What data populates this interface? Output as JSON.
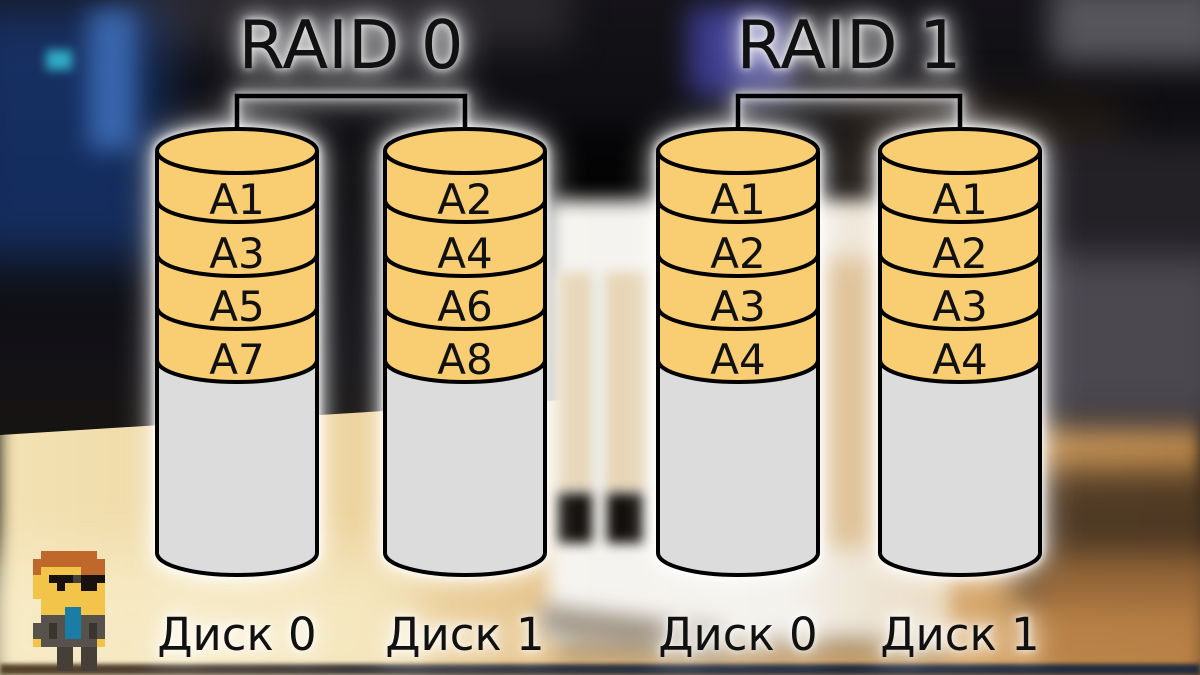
{
  "raid_groups": [
    {
      "title": "RAID 0",
      "disks": [
        {
          "label": "Диск 0",
          "blocks": [
            "A1",
            "A3",
            "A5",
            "A7"
          ]
        },
        {
          "label": "Диск 1",
          "blocks": [
            "A2",
            "A4",
            "A6",
            "A8"
          ]
        }
      ]
    },
    {
      "title": "RAID 1",
      "disks": [
        {
          "label": "Диск 0",
          "blocks": [
            "A1",
            "A2",
            "A3",
            "A4"
          ]
        },
        {
          "label": "Диск 1",
          "blocks": [
            "A1",
            "A2",
            "A3",
            "A4"
          ]
        }
      ]
    }
  ],
  "colors": {
    "block-fill": "#f9cd71",
    "disk-empty-fill": "#dcdcdc",
    "outline": "#000000",
    "label-text": "#111111",
    "glow": "#ffffff"
  },
  "mascot": {
    "cell": 8,
    "palette": {
      "H": "#c0682c",
      "F": "#f2c449",
      "S": "#17120f",
      "s": "#45403b",
      "J": "#57524b",
      "D": "#3a352f",
      "T": "#1b7da6",
      "P": "#453f38",
      "Y": "#f2c449"
    },
    "grid": [
      ".HHHHHHH..",
      "HHHHHHHHH.",
      "HFFFFFHHH.",
      "FFSSSsSSS.",
      "FFFSFFSSF.",
      "FFFFFFFFF.",
      ".FFFFFFFF.",
      ".FFFTTFFF.",
      ".JJJTTJJJ.",
      "JJDJTTJDJ.",
      "JJDJTTJDJ.",
      "YJJJJJJJY.",
      "...PP.PP..",
      "...PP.PP..",
      "...PP.PP.."
    ]
  }
}
